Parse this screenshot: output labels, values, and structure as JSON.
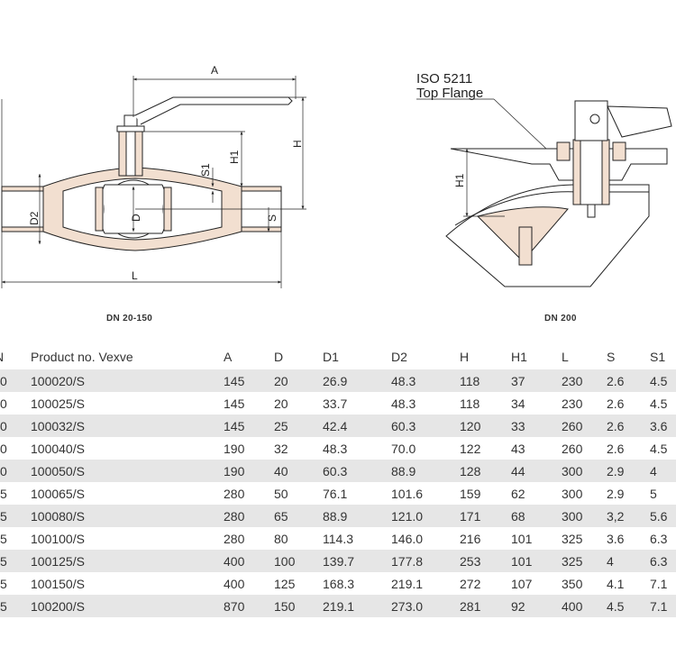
{
  "drawings": {
    "left_caption": "DN 20-150",
    "right_caption": "DN 200",
    "flange_label_line1": "ISO 5211",
    "flange_label_line2": "Top Flange",
    "dim_labels": {
      "A": "A",
      "H": "H",
      "H1": "H1",
      "S1": "S1",
      "D2": "D2",
      "D": "D",
      "S": "S",
      "L": "L",
      "H1_right": "H1"
    }
  },
  "table": {
    "headers": [
      "N",
      "Product no. Vexve",
      "A",
      "D",
      "D1",
      "D2",
      "H",
      "H1",
      "L",
      "S",
      "S1"
    ],
    "rows": [
      [
        "0",
        "100020/S",
        "145",
        "20",
        "26.9",
        "48.3",
        "118",
        "37",
        "230",
        "2.6",
        "4.5"
      ],
      [
        "0",
        "100025/S",
        "145",
        "20",
        "33.7",
        "48.3",
        "118",
        "34",
        "230",
        "2.6",
        "4.5"
      ],
      [
        "0",
        "100032/S",
        "145",
        "25",
        "42.4",
        "60.3",
        "120",
        "33",
        "260",
        "2.6",
        "3.6"
      ],
      [
        "0",
        "100040/S",
        "190",
        "32",
        "48.3",
        "70.0",
        "122",
        "43",
        "260",
        "2.6",
        "4.5"
      ],
      [
        "0",
        "100050/S",
        "190",
        "40",
        "60.3",
        "88.9",
        "128",
        "44",
        "300",
        "2.9",
        "4"
      ],
      [
        "5",
        "100065/S",
        "280",
        "50",
        "76.1",
        "101.6",
        "159",
        "62",
        "300",
        "2.9",
        "5"
      ],
      [
        "5",
        "100080/S",
        "280",
        "65",
        "88.9",
        "121.0",
        "171",
        "68",
        "300",
        "3,2",
        "5.6"
      ],
      [
        "5",
        "100100/S",
        "280",
        "80",
        "114.3",
        "146.0",
        "216",
        "101",
        "325",
        "3.6",
        "6.3"
      ],
      [
        "5",
        "100125/S",
        "400",
        "100",
        "139.7",
        "177.8",
        "253",
        "101",
        "325",
        "4",
        "6.3"
      ],
      [
        "5",
        "100150/S",
        "400",
        "125",
        "168.3",
        "219.1",
        "272",
        "107",
        "350",
        "4.1",
        "7.1"
      ],
      [
        "5",
        "100200/S",
        "870",
        "150",
        "219.1",
        "273.0",
        "281",
        "92",
        "400",
        "4.5",
        "7.1"
      ]
    ]
  }
}
